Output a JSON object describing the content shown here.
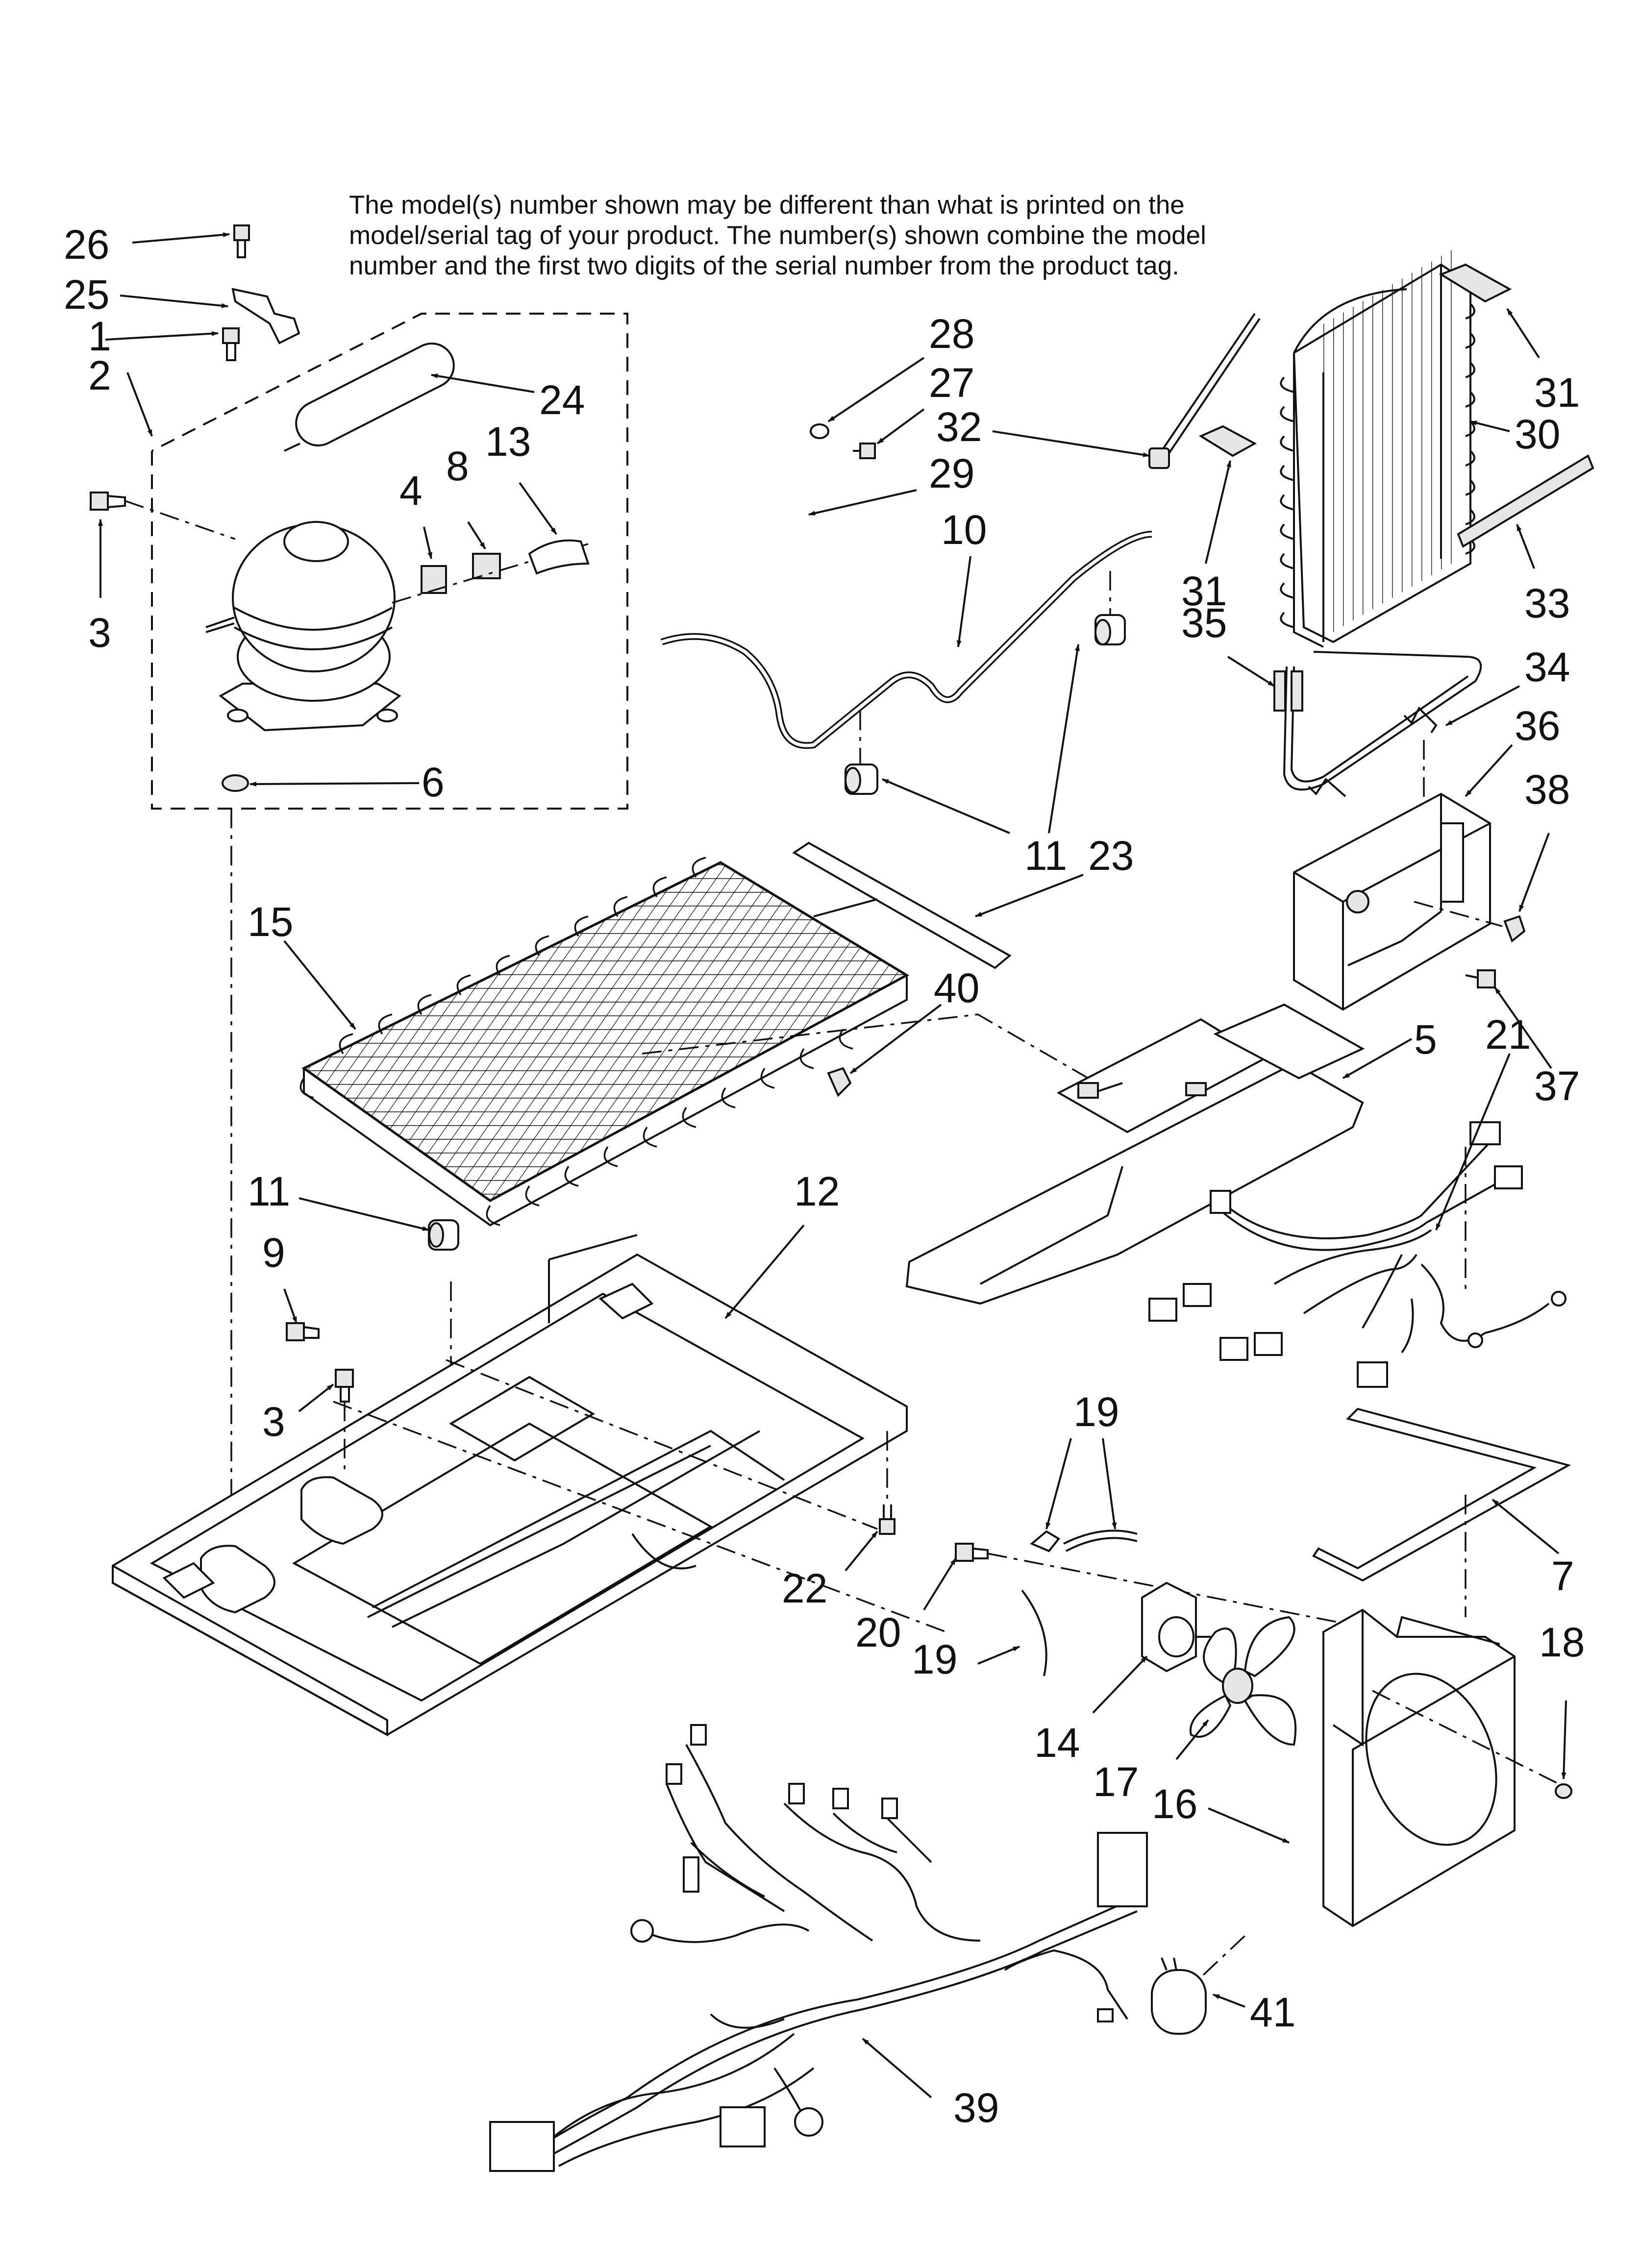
{
  "note": [
    "The model(s) number shown may be different than what is printed on the",
    "model/serial tag of your product. The number(s) shown combine the model",
    "number and the first two digits of the serial number from the product tag."
  ],
  "callouts": {
    "c26": "26",
    "c25": "25",
    "c1": "1",
    "c2": "2",
    "c24": "24",
    "c3a": "3",
    "c4": "4",
    "c8": "8",
    "c13": "13",
    "c6": "6",
    "c28": "28",
    "c27": "27",
    "c32": "32",
    "c29": "29",
    "c10": "10",
    "c31a": "31",
    "c30": "30",
    "c31b": "31",
    "c33": "33",
    "c35": "35",
    "c34": "34",
    "c36": "36",
    "c38": "38",
    "c11a": "11",
    "c23": "23",
    "c15": "15",
    "c40": "40",
    "c5": "5",
    "c21": "21",
    "c37": "37",
    "c11b": "11",
    "c9": "9",
    "c12": "12",
    "c3b": "3",
    "c19a": "19",
    "c7": "7",
    "c22": "22",
    "c20": "20",
    "c19b": "19",
    "c18": "18",
    "c14": "14",
    "c17": "17",
    "c16": "16",
    "c41": "41",
    "c39": "39"
  }
}
